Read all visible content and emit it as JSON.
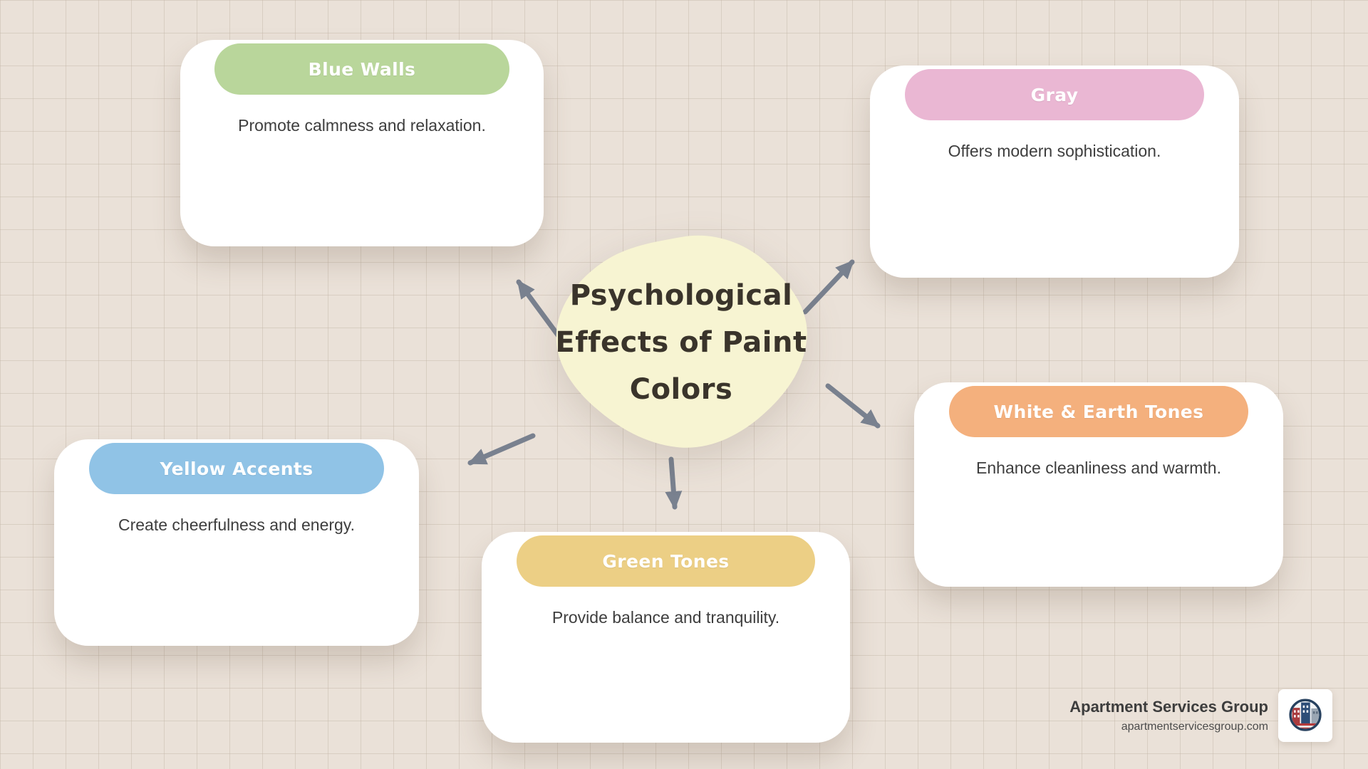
{
  "background": {
    "base": "#eae1d8",
    "grid_line": "#c4b5a6"
  },
  "center": {
    "title": "Psychological Effects of Paint Colors",
    "title_lines": [
      "Psychological",
      "Effects of Paint",
      "Colors"
    ],
    "blob_color": "#f7f4d2",
    "text_color": "#3a342b"
  },
  "nodes": [
    {
      "id": "blue-walls",
      "label": "Blue Walls",
      "description": "Promote calmness and relaxation.",
      "pill_color": "#b9d69b"
    },
    {
      "id": "gray",
      "label": "Gray",
      "description": "Offers modern sophistication.",
      "pill_color": "#eab7d3"
    },
    {
      "id": "yellow-accents",
      "label": "Yellow Accents",
      "description": "Create cheerfulness and energy.",
      "pill_color": "#90c3e6"
    },
    {
      "id": "green-tones",
      "label": "Green Tones",
      "description": "Provide balance and tranquility.",
      "pill_color": "#eccf85"
    },
    {
      "id": "white-earth-tones",
      "label": "White & Earth Tones",
      "description": "Enhance cleanliness and warmth.",
      "pill_color": "#f4b07d"
    }
  ],
  "arrows": [
    {
      "from": "center",
      "to": "blue-walls"
    },
    {
      "from": "center",
      "to": "gray"
    },
    {
      "from": "center",
      "to": "white-earth-tones"
    },
    {
      "from": "center",
      "to": "green-tones"
    },
    {
      "from": "center",
      "to": "yellow-accents"
    }
  ],
  "arrow_color": "#79818f",
  "footer": {
    "brand": "Apartment Services Group",
    "website": "apartmentservicesgroup.com",
    "logo_icon": "apartment-buildings-badge-icon"
  }
}
